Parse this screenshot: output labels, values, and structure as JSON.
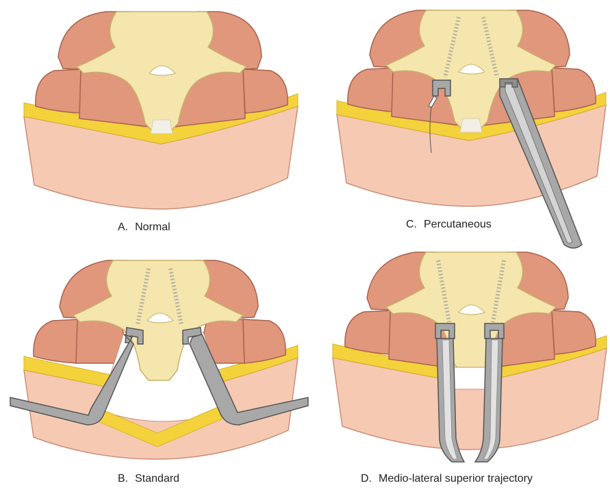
{
  "panels": [
    {
      "letter": "A.",
      "label": "Normal"
    },
    {
      "letter": "C.",
      "label": "Percutaneous"
    },
    {
      "letter": "B.",
      "label": "Standard"
    },
    {
      "letter": "D.",
      "label": "Medio-lateral superior trajectory"
    }
  ],
  "colors": {
    "skin": "#f6c9b3",
    "skin_edge": "#c98e78",
    "fat": "#f3d23c",
    "muscle": "#e0977c",
    "muscle_edge": "#a8624d",
    "bone": "#f4e6ad",
    "bone_edge": "#c9b06a",
    "instrument": "#a8a8a8",
    "instrument_edge": "#555555"
  }
}
